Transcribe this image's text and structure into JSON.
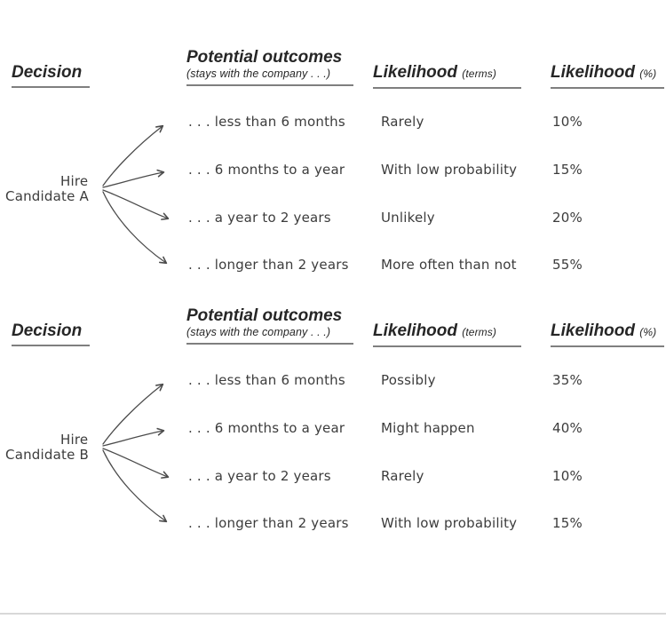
{
  "headers": {
    "decision": "Decision",
    "outcomes_title": "Potential outcomes",
    "outcomes_subtitle": "(stays with the company . . .)",
    "likelihood_title": "Likelihood",
    "likelihood_terms_qualifier": "(terms)",
    "likelihood_pct_qualifier": "(%)"
  },
  "sections": [
    {
      "decision": {
        "line1": "Hire",
        "line2": "Candidate A"
      },
      "rows": [
        {
          "outcome": ". . . less than 6 months",
          "term": "Rarely",
          "pct": "10%"
        },
        {
          "outcome": ". . . 6 months to a year",
          "term": "With low probability",
          "pct": "15%"
        },
        {
          "outcome": ". . . a year to 2 years",
          "term": "Unlikely",
          "pct": "20%"
        },
        {
          "outcome": ". . . longer than 2 years",
          "term": "More often than not",
          "pct": "55%"
        }
      ]
    },
    {
      "decision": {
        "line1": "Hire",
        "line2": "Candidate B"
      },
      "rows": [
        {
          "outcome": ". . . less than 6 months",
          "term": "Possibly",
          "pct": "35%"
        },
        {
          "outcome": ". . . 6 months to a year",
          "term": "Might happen",
          "pct": "40%"
        },
        {
          "outcome": ". . . a year to 2 years",
          "term": "Rarely",
          "pct": "10%"
        },
        {
          "outcome": ". . . longer than 2 years",
          "term": "With low probability",
          "pct": "15%"
        }
      ]
    }
  ],
  "colors": {
    "ink": "#262626",
    "hand-ink": "#3c3c3c",
    "underline": "#7f7f7f",
    "arrow": "#4b4b4b",
    "divider": "#d8d8d8",
    "bg": "#ffffff"
  }
}
